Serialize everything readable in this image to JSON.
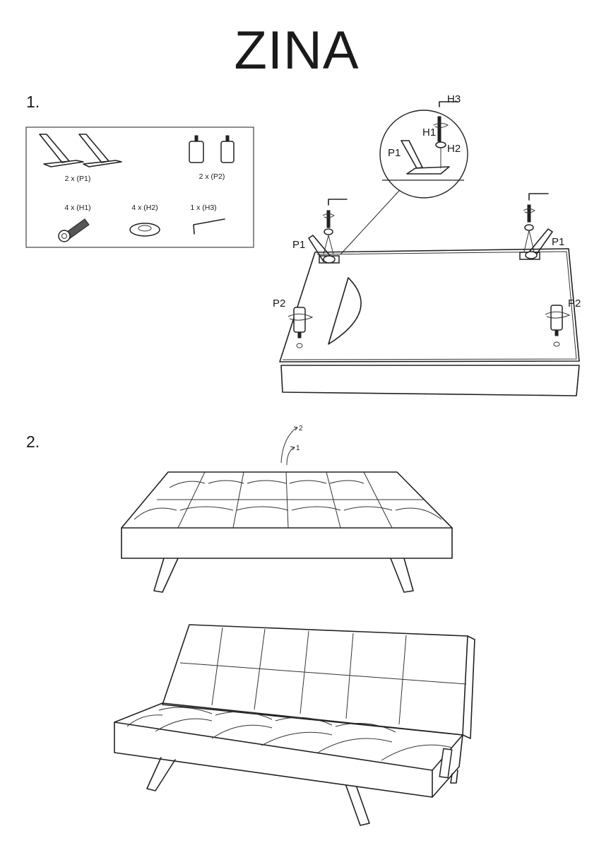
{
  "title": "ZINA",
  "steps": [
    {
      "number": "1."
    },
    {
      "number": "2."
    }
  ],
  "parts": {
    "p1": "2 x (P1)",
    "p2": "2 x (P2)",
    "h1": "4 x (H1)",
    "h2": "4 x (H2)",
    "h3": "1 x (H3)"
  },
  "step1_labels": {
    "h3": "H3",
    "h1": "H1",
    "h2": "H2",
    "p1_detail": "P1",
    "p1_left": "P1",
    "p1_right": "P1",
    "p2_left": "P2",
    "p2_right": "P2"
  },
  "step2_labels": {
    "arrow_2": "2",
    "arrow_1": "1"
  }
}
